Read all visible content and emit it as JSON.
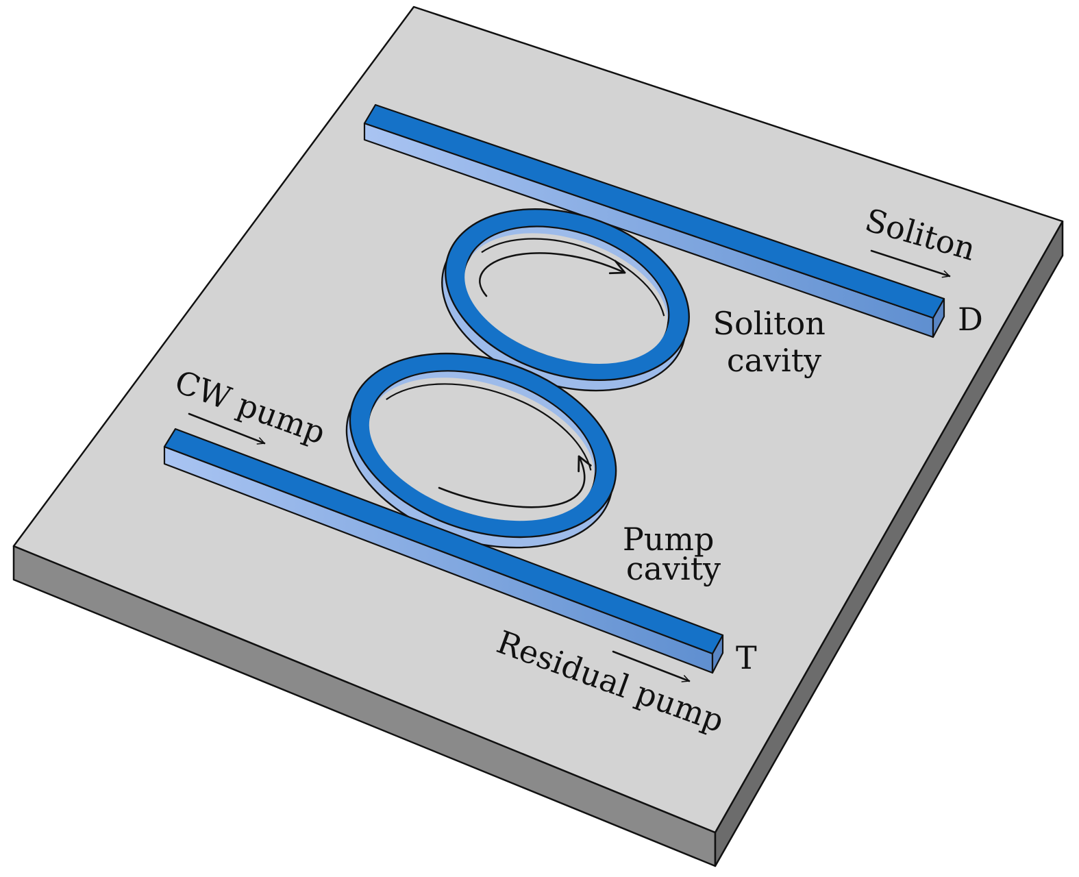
{
  "colors": {
    "chip_top": "#d3d3d3",
    "chip_left": "#8a8a8a",
    "chip_right": "#6c6c6c",
    "waveguide_top": "#1572c8",
    "waveguide_side": "#9dbbea",
    "outline": "#111111"
  },
  "labels": {
    "cw_pump": "CW pump",
    "soliton_out": "Soliton",
    "port_d": "D",
    "soliton_cavity_line1": "Soliton",
    "soliton_cavity_line2": "cavity",
    "pump_cavity_line1": "Pump",
    "pump_cavity_line2": "cavity",
    "port_t": "T",
    "residual_pump": "Residual pump"
  }
}
